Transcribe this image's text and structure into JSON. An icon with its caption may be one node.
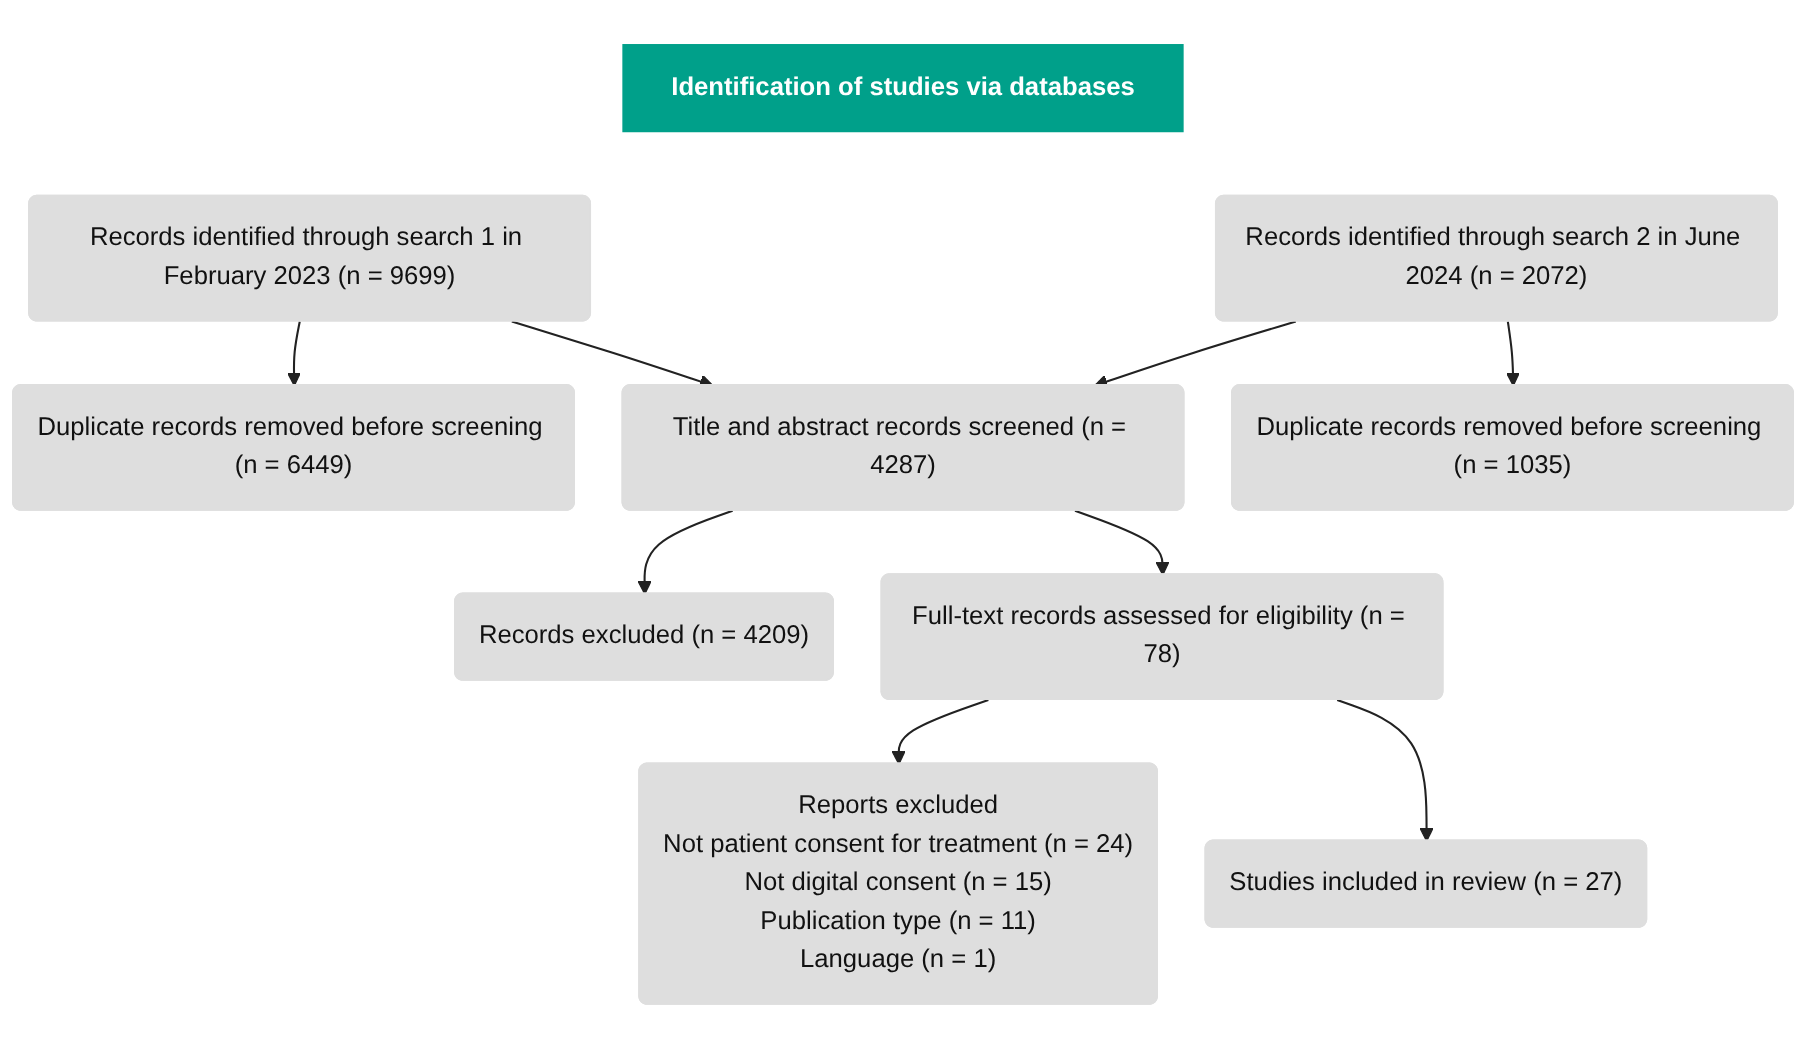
{
  "diagram": {
    "nodes": [
      {
        "text": [
          "Identification of studies via databases"
        ]
      },
      {
        "text": [
          "Records identified through search 1 in February 2023 (n = 9699)"
        ]
      },
      {
        "text": [
          "Duplicate records removed before screening (n = 6449)"
        ]
      },
      {
        "text": [
          "Records identified through search 2 in June 2024 (n = 2072)"
        ]
      },
      {
        "text": [
          "Duplicate records removed before screening (n = 1035)"
        ]
      },
      {
        "text": [
          "Title and abstract records screened (n = 4287)"
        ]
      },
      {
        "text": [
          "Records excluded (n = 4209)"
        ]
      },
      {
        "text": [
          "Full-text records assessed for eligibility (n = 78)"
        ]
      },
      {
        "text": [
          "Reports excluded",
          "Not patient consent for treatment (n = 24)",
          "Not digital consent (n = 15)",
          "Publication type (n = 11)",
          "Language (n = 1)"
        ]
      },
      {
        "text": [
          "Studies included in review (n = 27)"
        ]
      }
    ],
    "edges": [
      {
        "from": 1,
        "to": 2,
        "arrow": "to"
      },
      {
        "from": 3,
        "to": 4,
        "arrow": "to"
      },
      {
        "from": 1,
        "to": 5,
        "arrow": "to"
      },
      {
        "from": 3,
        "to": 5,
        "arrow": "to"
      },
      {
        "from": 5,
        "to": 6,
        "arrow": "to"
      },
      {
        "from": 5,
        "to": 7,
        "arrow": "to"
      },
      {
        "from": 7,
        "to": 8,
        "arrow": "to"
      },
      {
        "from": 7,
        "to": 9,
        "arrow": "to"
      }
    ]
  }
}
